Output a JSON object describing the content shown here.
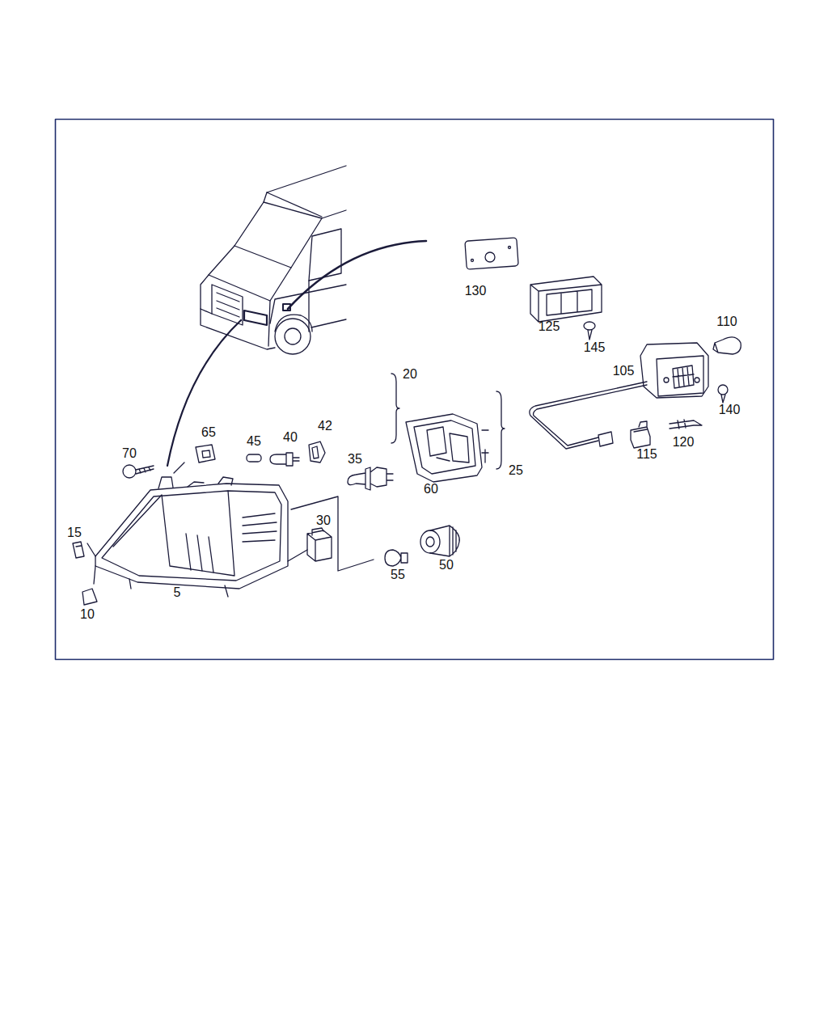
{
  "diagram": {
    "labels": [
      "130",
      "125",
      "145",
      "110",
      "20",
      "105",
      "140",
      "65",
      "40",
      "42",
      "70",
      "45",
      "35",
      "115",
      "120",
      "60",
      "25",
      "30",
      "15",
      "55",
      "50",
      "5",
      "10"
    ]
  }
}
